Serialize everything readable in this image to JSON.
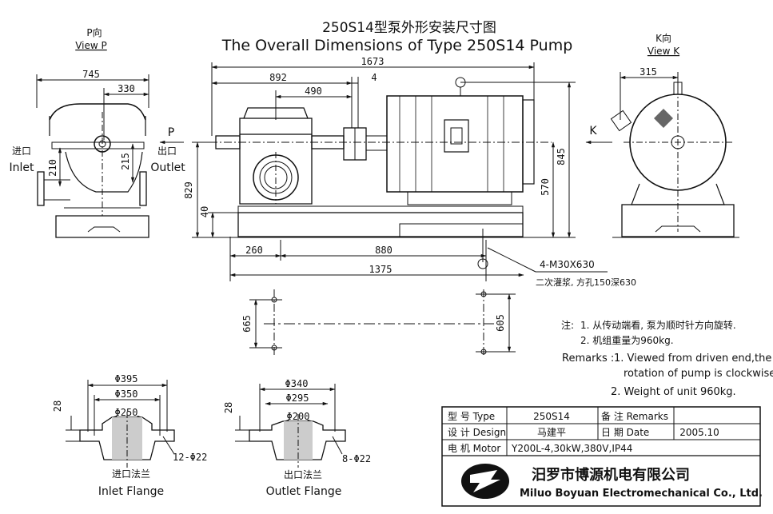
{
  "title": {
    "cn": "250S14型泵外形安装尺寸图",
    "en": "The Overall Dimensions of Type 250S14 Pump"
  },
  "views": {
    "p_view_cn": "P向",
    "p_view_en": "View P",
    "k_view_cn": "K向",
    "k_view_en": "View K",
    "p_arrow": "P",
    "k_arrow": "K",
    "inlet_cn": "进口",
    "inlet_en": "Inlet",
    "outlet_cn": "出口",
    "outlet_en": "Outlet"
  },
  "dimensions": {
    "d745": "745",
    "d330": "330",
    "d210": "210",
    "d215": "215",
    "d1673": "1673",
    "d892": "892",
    "d490": "490",
    "d4": "4",
    "d829": "829",
    "d40": "40",
    "d570": "570",
    "d845": "845",
    "d315": "315",
    "d260": "260",
    "d880": "880",
    "d1375": "1375",
    "d665": "665",
    "d605": "605"
  },
  "bolts": {
    "spec": "4-M30X630",
    "note": "二次灌浆, 方孔150深630"
  },
  "notes": {
    "cn_head": "注:",
    "cn1": "1. 从传动端看, 泵为顺时针方向旋转.",
    "cn2": "2. 机组重量为960kg.",
    "en_head": "Remarks :",
    "en1a": "1. Viewed from driven end,the",
    "en1b": "rotation of pump is  clockwise.",
    "en2": "2. Weight of unit 960kg."
  },
  "flanges": {
    "inlet": {
      "d1": "Φ395",
      "d2": "Φ350",
      "d3": "Φ250",
      "thk": "28",
      "holes": "12-Φ22",
      "cn": "进口法兰",
      "en": "Inlet Flange"
    },
    "outlet": {
      "d1": "Φ340",
      "d2": "Φ295",
      "d3": "Φ200",
      "thk": "28",
      "holes": "8-Φ22",
      "cn": "出口法兰",
      "en": "Outlet Flange"
    }
  },
  "title_block": {
    "type_label": "型 号 Type",
    "type_value": "250S14",
    "remarks_label": "备 注 Remarks",
    "design_label": "设 计 Design",
    "design_value": "马建平",
    "date_label": "日 期 Date",
    "date_value": "2005.10",
    "motor_label": "电 机 Motor",
    "motor_value": "Y200L-4,30kW,380V,IP44"
  },
  "company": {
    "cn": "汨罗市博源机电有限公司",
    "en": "Miluo Boyuan Electromechanical Co., Ltd."
  }
}
